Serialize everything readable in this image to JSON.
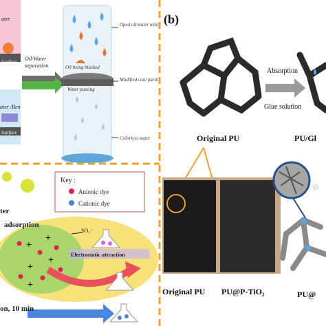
{
  "panel_a_top": {
    "left_labels": [
      "ater",
      "lsurface"
    ],
    "left_labels_2": [
      "ater /Ben",
      "lsurface"
    ],
    "arrow_1": [
      "Oil/Water",
      "separation"
    ],
    "column": {
      "oil_label": "Oil being blocked",
      "water_label": "Water passing",
      "annotations": [
        "Oped oil/water mixture",
        "Modified cool particles layer",
        "Colorless water"
      ]
    }
  },
  "panel_a_bottom": {
    "key": {
      "title": "Key :",
      "items": [
        {
          "label": "Anionic dye",
          "color": "#e0234f"
        },
        {
          "label": "Cationic dye",
          "color": "#4a86e0"
        }
      ]
    },
    "labels": {
      "water": "ter",
      "adsorption": "adsorption",
      "so3": "SO₃⁻",
      "electrostatic": "Electrostatic attraction",
      "time": "on, 10 min"
    }
  },
  "panel_b": {
    "letter": "(b)",
    "arrow_top": "Absorption",
    "arrow_bottom": "Glue solution",
    "sponge_1": "Original PU",
    "sponge_2": "PU/Gl",
    "photo_label_1": "Original PU",
    "photo_label_2": "PU@P-TiO₂",
    "photo_label_3": "PU@"
  },
  "colors": {
    "divider_orange": "#f0a030",
    "ellipse_yellow": "#f7e27a",
    "ellipse_green": "#a8d66a",
    "arrow_red": "#e8505a",
    "sponge_dark": "#2a2a2a"
  }
}
